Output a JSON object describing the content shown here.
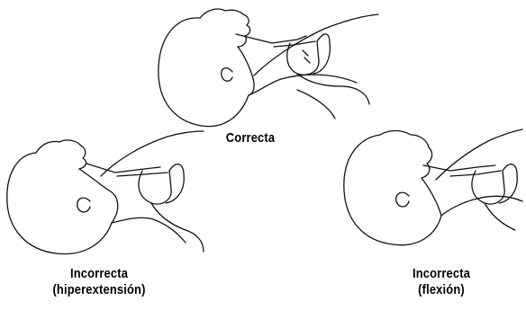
{
  "labels": {
    "correct": "Correcta",
    "hyper_1": "Incorrecta",
    "hyper_2": "(hiperextensión)",
    "flex_1": "Incorrecta",
    "flex_2": "(flexión)"
  },
  "colors": {
    "line": "#111111",
    "background": "#ffffff"
  }
}
